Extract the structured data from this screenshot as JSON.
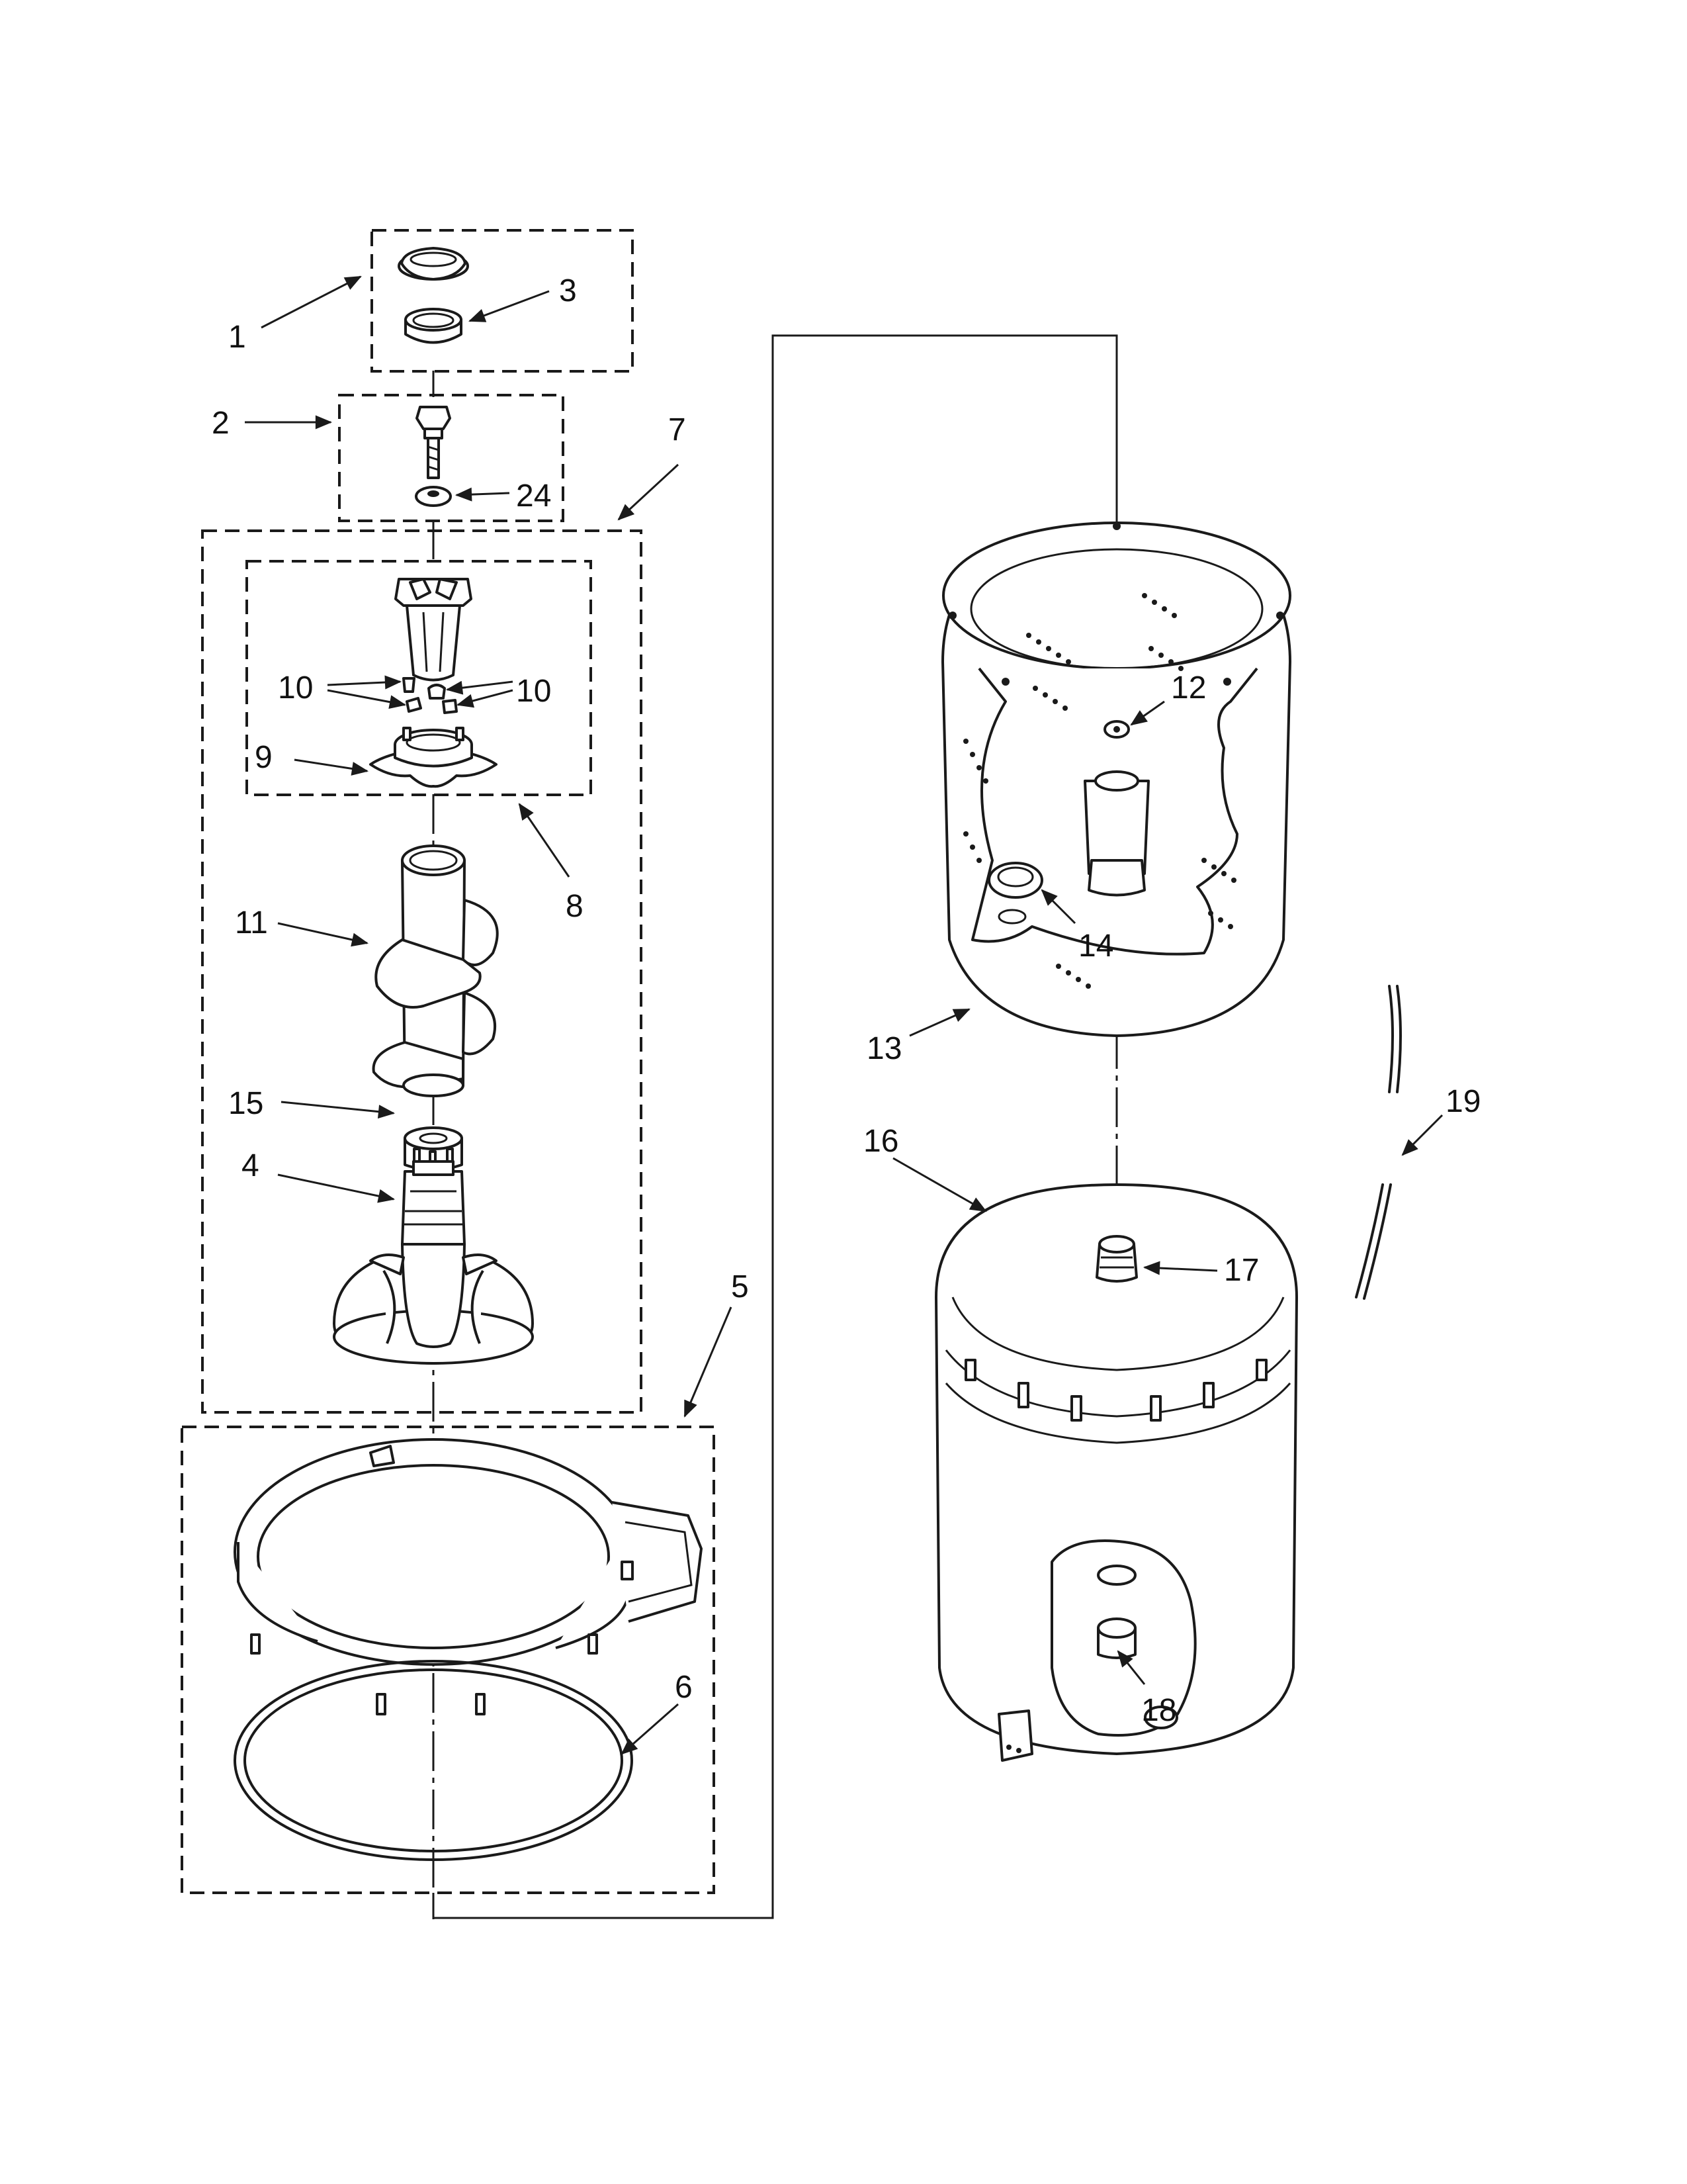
{
  "diagram": {
    "callouts": {
      "c1": "1",
      "c2": "2",
      "c3": "3",
      "c4": "4",
      "c5": "5",
      "c6": "6",
      "c7": "7",
      "c8": "8",
      "c9": "9",
      "c10a": "10",
      "c10b": "10",
      "c11": "11",
      "c12": "12",
      "c13": "13",
      "c14": "14",
      "c15": "15",
      "c16": "16",
      "c17": "17",
      "c18": "18",
      "c19": "19",
      "c24": "24"
    },
    "ink_color": "#1a1a1a",
    "paper_color": "#ffffff"
  }
}
